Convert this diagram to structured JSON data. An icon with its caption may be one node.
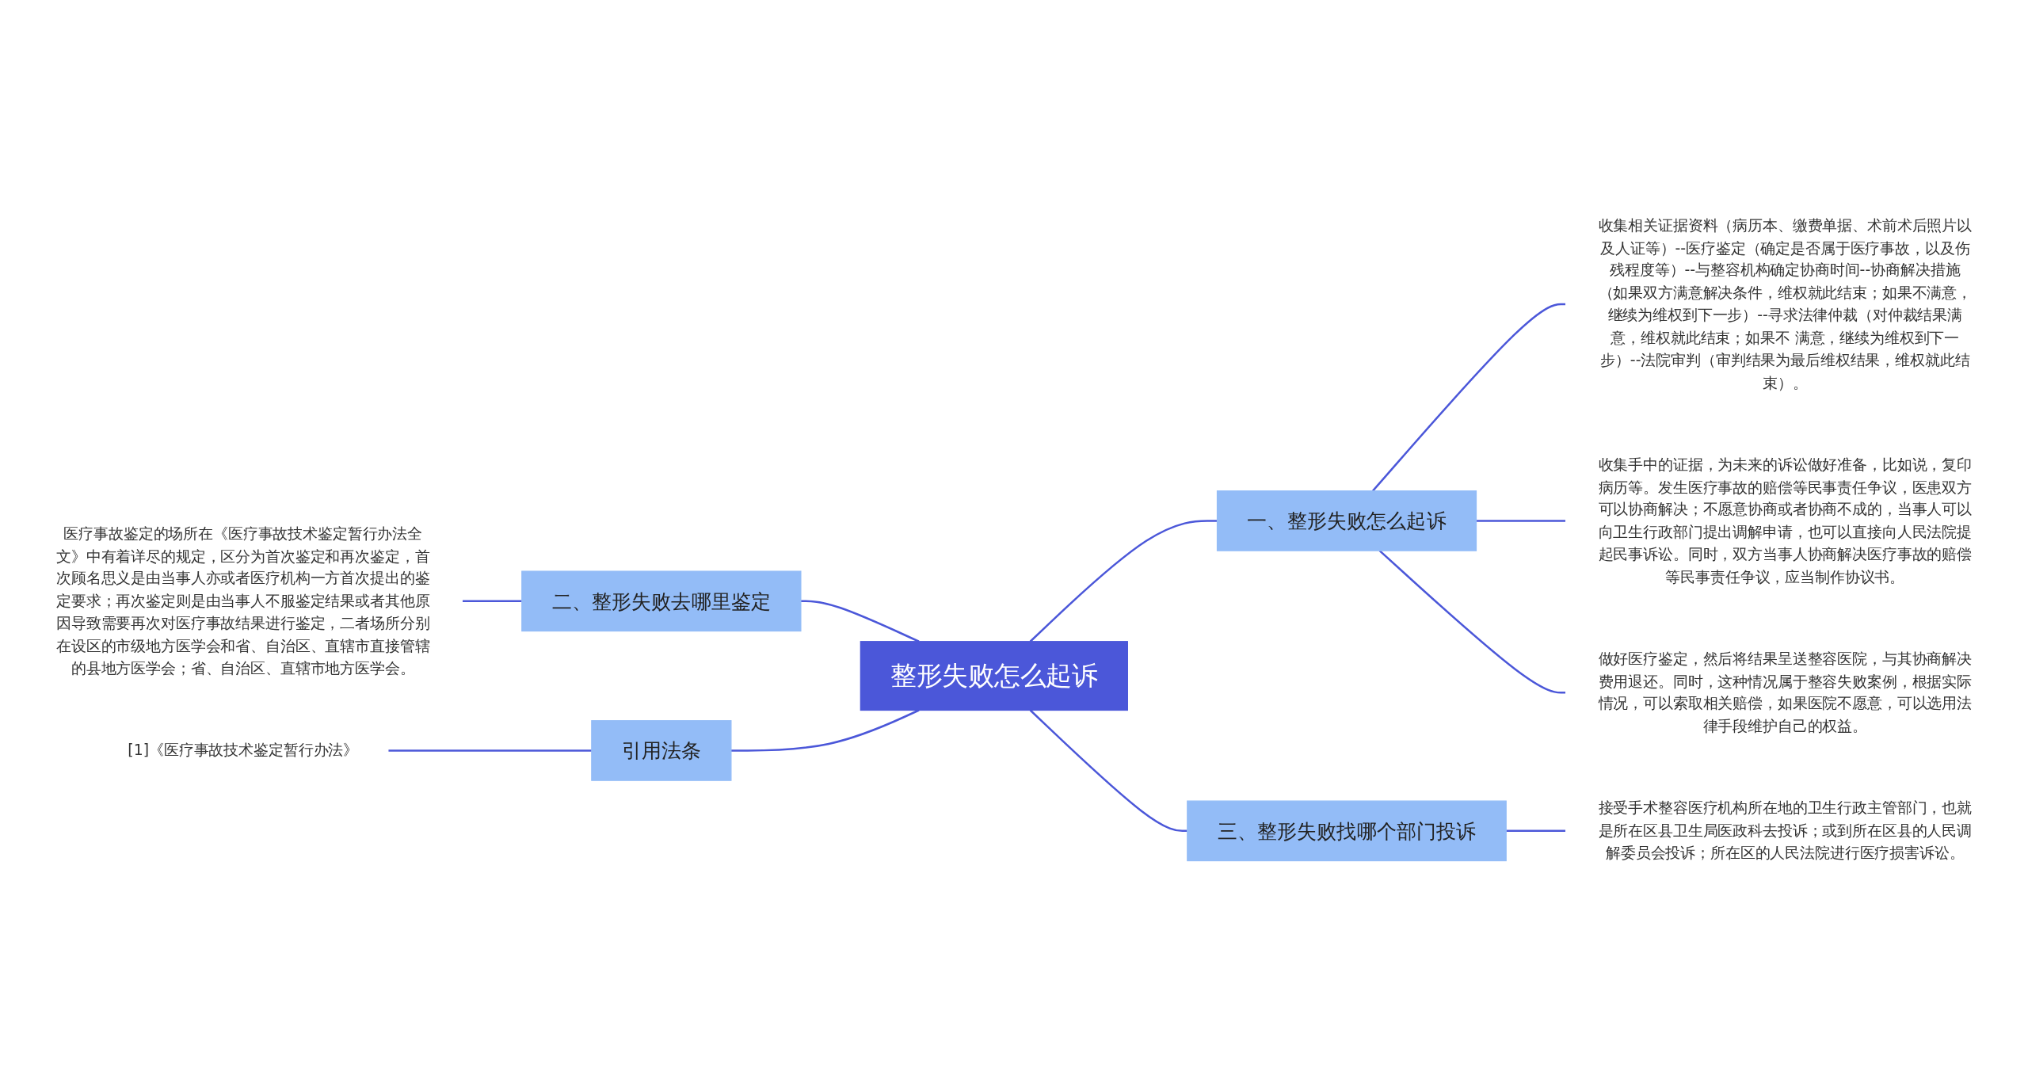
{
  "diagram": {
    "nodes": [
      {
        "text": [
          "整形失败怎么起诉"
        ]
      },
      {
        "text": [
          "一、整形失败怎么起诉"
        ]
      },
      {
        "text": [
          "收集相关证据资料（病历本、缴费单据、术前术后照片以及人证等）--医疗鉴定（确定是否属于医疗事故，以及伤残程度等）--与整容机构确定协商时间--协商解决措施（如果双方满意解决条件，维权就此结束；如果不满意，继续为维权到下一步）--寻求法律仲裁（对仲裁结果满意，维权就此结束；如果不 满意，继续为维权到下一步）--法院审判（审判结果为最后维权结果，维权就此结束）。"
        ]
      },
      {
        "text": [
          "收集手中的证据，为未来的诉讼做好准备，比如说，复印病历等。发生医疗事故的赔偿等民事责任争议，医患双方可以协商解决；不愿意协商或者协商不成的，当事人可以向卫生行政部门提出调解申请，也可以直接向人民法院提起民事诉讼。同时，双方当事人协商解决医疗事故的赔偿等民事责任争议，应当制作协议书。"
        ]
      },
      {
        "text": [
          "做好医疗鉴定，然后将结果呈送整容医院，与其协商解决费用退还。同时，这种情况属于整容失败案例，根据实际情况，可以索取相关赔偿，如果医院不愿意，可以选用法律手段维护自己的权益。"
        ]
      },
      {
        "text": [
          "三、整形失败找哪个部门投诉"
        ]
      },
      {
        "text": [
          "接受手术整容医疗机构所在地的卫生行政主管部门，也就是所在区县卫生局医政科去投诉；或到所在区县的人民调解委员会投诉；所在区的人民法院进行医疗损害诉讼。"
        ]
      },
      {
        "text": [
          "二、整形失败去哪里鉴定"
        ]
      },
      {
        "text": [
          "医疗事故鉴定的场所在《医疗事故技术鉴定暂行办法全文》中有着详尽的规定，区分为首次鉴定和再次鉴定，首次顾名思义是由当事人亦或者医疗机构一方首次提出的鉴定要求；再次鉴定则是由当事人不服鉴定结果或者其他原因导致需要再次对医疗事故结果进行鉴定，二者场所分别在设区的市级地方医学会和省、自治区、直辖市直接管辖的县地方医学会；省、自治区、直辖市地方医学会。"
        ]
      },
      {
        "text": [
          "引用法条"
        ]
      },
      {
        "text": [
          "[1]《医疗事故技术鉴定暂行办法》"
        ]
      }
    ],
    "edges": [
      {
        "from": 0,
        "to": 1,
        "arrow": "none"
      },
      {
        "from": 1,
        "to": 2,
        "arrow": "none"
      },
      {
        "from": 1,
        "to": 3,
        "arrow": "none"
      },
      {
        "from": 1,
        "to": 4,
        "arrow": "none"
      },
      {
        "from": 0,
        "to": 5,
        "arrow": "none"
      },
      {
        "from": 5,
        "to": 6,
        "arrow": "none"
      },
      {
        "from": 0,
        "to": 7,
        "arrow": "none"
      },
      {
        "from": 7,
        "to": 8,
        "arrow": "none"
      },
      {
        "from": 0,
        "to": 9,
        "arrow": "none"
      },
      {
        "from": 9,
        "to": 10,
        "arrow": "none"
      }
    ]
  }
}
